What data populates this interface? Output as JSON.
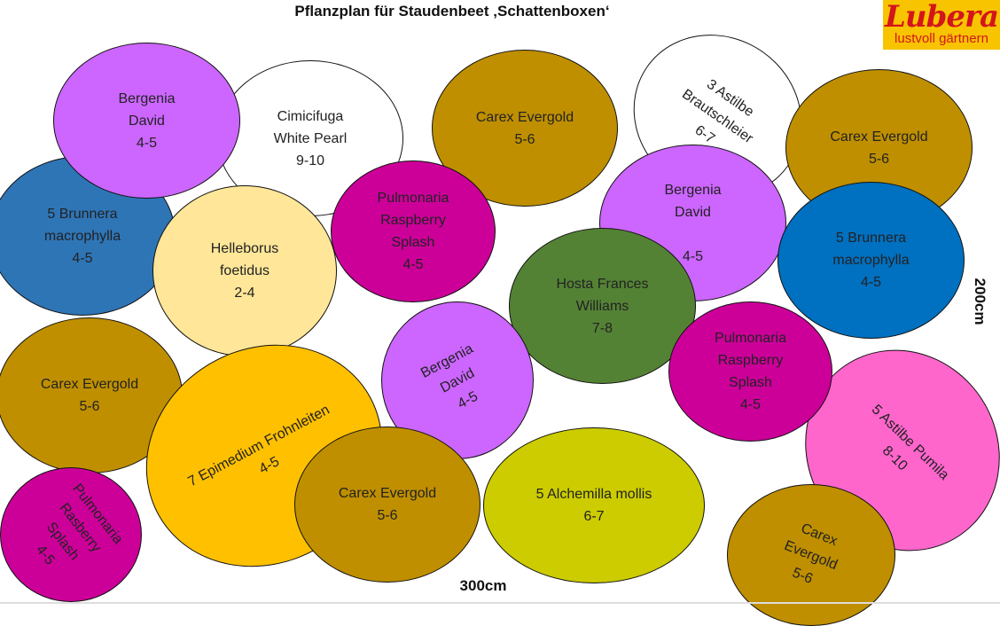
{
  "title": "Pflanzplan für Staudenbeet ‚Schattenboxen‘",
  "logo": {
    "brand": "Lubera",
    "slogan": "lustvoll gärtnern"
  },
  "dimensions": {
    "width": "300cm",
    "height": "200cm"
  },
  "colors": {
    "bergenia": "#cc66ff",
    "cimicifuga": "#ffffff",
    "carex": "#bf8f00",
    "astilbe_white": "#ffffff",
    "brunnera_dark": "#2e75b6",
    "brunnera_blue": "#0070c0",
    "pulmonaria": "#cc0099",
    "helleborus": "#ffe699",
    "hosta": "#548235",
    "epimedium": "#ffc000",
    "alchemilla": "#cccc00",
    "astilbe_pumila": "#ff66cc"
  },
  "plants": [
    {
      "id": "cimicifuga",
      "lines": [
        "Cimicifuga",
        "White Pearl",
        "9-10"
      ]
    },
    {
      "id": "brunnera-left",
      "lines": [
        "5 Brunnera",
        "macrophylla",
        "4-5"
      ]
    },
    {
      "id": "helleborus",
      "lines": [
        "Helleborus",
        "foetidus",
        "2-4"
      ]
    },
    {
      "id": "bergenia-top-left",
      "lines": [
        "Bergenia",
        "David",
        "4-5"
      ]
    },
    {
      "id": "carex-top-center",
      "lines": [
        "Carex Evergold",
        "5-6"
      ]
    },
    {
      "id": "astilbe-brautschleier",
      "lines": [
        "3 Astilbe",
        "Brautschleier",
        "6-7"
      ]
    },
    {
      "id": "carex-top-right",
      "lines": [
        "Carex Evergold",
        "5-6"
      ]
    },
    {
      "id": "bergenia-center-right",
      "lines": [
        "Bergenia",
        "David",
        "",
        "4-5"
      ]
    },
    {
      "id": "brunnera-right",
      "lines": [
        "5 Brunnera",
        "macrophylla",
        "4-5"
      ]
    },
    {
      "id": "pulmonaria-center",
      "lines": [
        "Pulmonaria",
        "Raspberry",
        "Splash",
        "4-5"
      ]
    },
    {
      "id": "hosta",
      "lines": [
        "Hosta Frances",
        "Williams",
        "7-8"
      ]
    },
    {
      "id": "carex-mid-left",
      "lines": [
        "Carex Evergold",
        "5-6"
      ]
    },
    {
      "id": "bergenia-center",
      "lines": [
        "Bergenia",
        "David",
        "4-5"
      ]
    },
    {
      "id": "astilbe-pumila",
      "lines": [
        "5 Astilbe Pumila",
        "8-10"
      ]
    },
    {
      "id": "pulmonaria-right",
      "lines": [
        "Pulmonaria",
        "Raspberry",
        "Splash",
        "4-5"
      ]
    },
    {
      "id": "epimedium",
      "lines": [
        "7 Epimedium Frohnleiten",
        "4-5"
      ]
    },
    {
      "id": "pulmonaria-bottom-left",
      "lines": [
        "Pulmonaria",
        "Rasberry",
        "Splash",
        "4-5"
      ]
    },
    {
      "id": "carex-bottom-center",
      "lines": [
        "Carex Evergold",
        "5-6"
      ]
    },
    {
      "id": "alchemilla",
      "lines": [
        "5 Alchemilla mollis",
        "6-7"
      ]
    },
    {
      "id": "carex-bottom-right",
      "lines": [
        "Carex",
        "Evergold",
        "5-6"
      ]
    }
  ]
}
